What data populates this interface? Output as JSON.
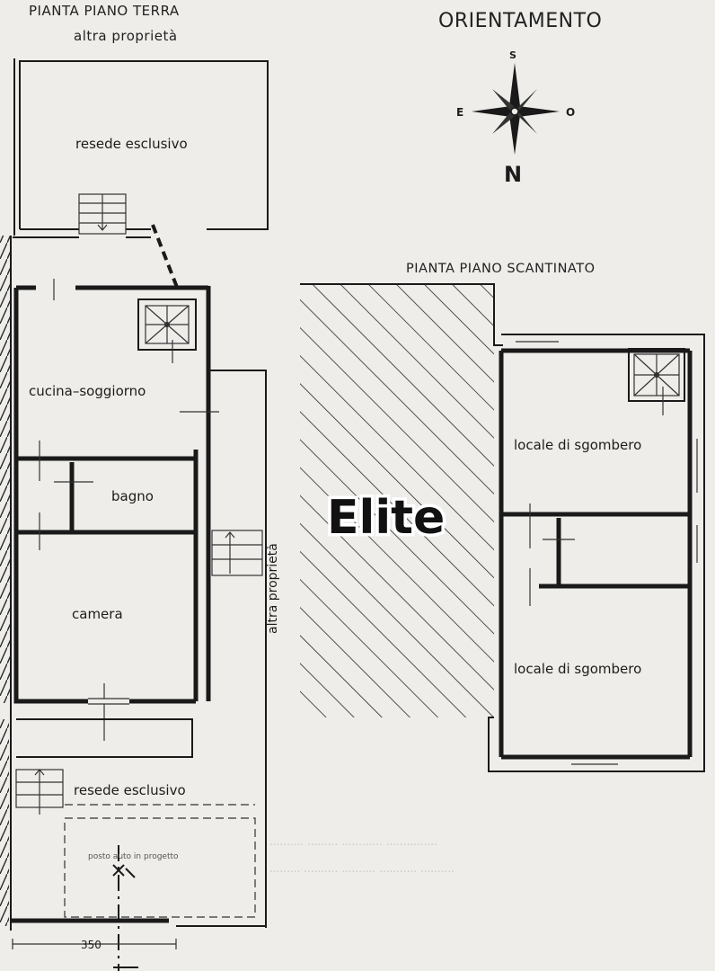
{
  "titles": {
    "ground_floor": "PIANTA PIANO TERRA",
    "other_property_top": "altra proprietà",
    "orientation": "ORIENTAMENTO",
    "basement": "PIANTA PIANO SCANTINATO"
  },
  "compass": {
    "south": "S",
    "east": "E",
    "west": "O",
    "north": "N"
  },
  "rooms": {
    "resede_top": "resede esclusivo",
    "cucina": "cucina–soggiorno",
    "bagno": "bagno",
    "camera": "camera",
    "resede_bottom": "resede esclusivo",
    "posto_auto": "posto auto in progetto",
    "altra_side": "altra proprietà",
    "locale_1": "locale di sgombero",
    "locale_2": "locale di sgombero"
  },
  "dimension": "350",
  "watermark": "Elite",
  "faded_text": [
    "..........  .........  ............  ...............",
    ".........  ..........  ..........  ...........  .........."
  ]
}
